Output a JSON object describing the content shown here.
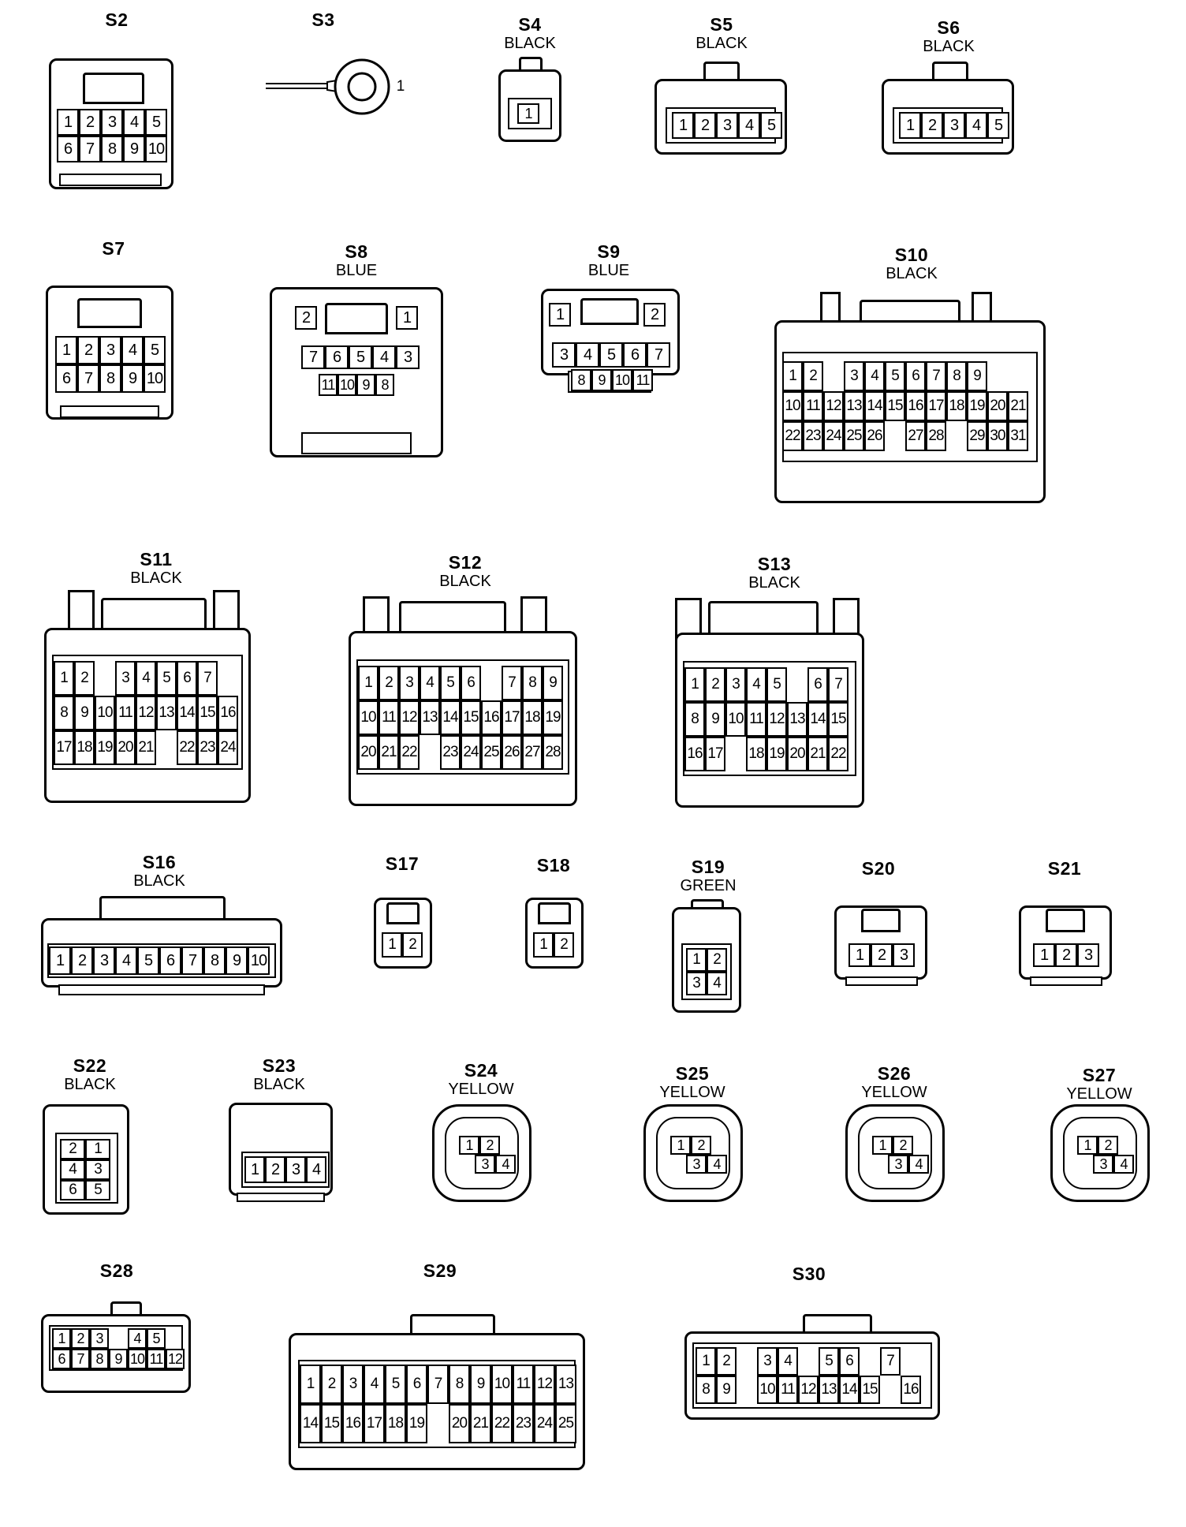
{
  "connectors": {
    "S2": {
      "id": "S2",
      "color": ""
    },
    "S3": {
      "id": "S3",
      "color": "",
      "terminal": "1"
    },
    "S4": {
      "id": "S4",
      "color": "BLACK"
    },
    "S5": {
      "id": "S5",
      "color": "BLACK"
    },
    "S6": {
      "id": "S6",
      "color": "BLACK"
    },
    "S7": {
      "id": "S7",
      "color": ""
    },
    "S8": {
      "id": "S8",
      "color": "BLUE"
    },
    "S9": {
      "id": "S9",
      "color": "BLUE"
    },
    "S10": {
      "id": "S10",
      "color": "BLACK"
    },
    "S11": {
      "id": "S11",
      "color": "BLACK"
    },
    "S12": {
      "id": "S12",
      "color": "BLACK"
    },
    "S13": {
      "id": "S13",
      "color": "BLACK"
    },
    "S16": {
      "id": "S16",
      "color": "BLACK"
    },
    "S17": {
      "id": "S17",
      "color": ""
    },
    "S18": {
      "id": "S18",
      "color": ""
    },
    "S19": {
      "id": "S19",
      "color": "GREEN"
    },
    "S20": {
      "id": "S20",
      "color": ""
    },
    "S21": {
      "id": "S21",
      "color": ""
    },
    "S22": {
      "id": "S22",
      "color": "BLACK"
    },
    "S23": {
      "id": "S23",
      "color": "BLACK"
    },
    "S24": {
      "id": "S24",
      "color": "YELLOW"
    },
    "S25": {
      "id": "S25",
      "color": "YELLOW"
    },
    "S26": {
      "id": "S26",
      "color": "YELLOW"
    },
    "S27": {
      "id": "S27",
      "color": "YELLOW"
    },
    "S28": {
      "id": "S28",
      "color": ""
    },
    "S29": {
      "id": "S29",
      "color": ""
    },
    "S30": {
      "id": "S30",
      "color": ""
    }
  },
  "pins": {
    "S2": [
      [
        "1",
        "2",
        "3",
        "4",
        "5"
      ],
      [
        "6",
        "7",
        "8",
        "9",
        "10"
      ]
    ],
    "S4": [
      [
        "1"
      ]
    ],
    "S5": [
      [
        "1",
        "2",
        "3",
        "4",
        "5"
      ]
    ],
    "S6": [
      [
        "1",
        "2",
        "3",
        "4",
        "5"
      ]
    ],
    "S7": [
      [
        "1",
        "2",
        "3",
        "4",
        "5"
      ],
      [
        "6",
        "7",
        "8",
        "9",
        "10"
      ]
    ],
    "S8": [
      [
        "2",
        "1"
      ],
      [
        "7",
        "6",
        "5",
        "4",
        "3"
      ],
      [
        "11",
        "10",
        "9",
        "8"
      ]
    ],
    "S9": [
      [
        "1",
        "2"
      ],
      [
        "3",
        "4",
        "5",
        "6",
        "7"
      ],
      [
        "8",
        "9",
        "10",
        "11"
      ]
    ],
    "S10": [
      [
        "1",
        "2",
        "",
        "3",
        "4",
        "5",
        "6",
        "7",
        "8",
        "9"
      ],
      [
        "10",
        "11",
        "12",
        "13",
        "14",
        "15",
        "16",
        "17",
        "18",
        "19",
        "20",
        "21"
      ],
      [
        "22",
        "23",
        "24",
        "25",
        "26",
        "",
        "27",
        "28",
        "",
        "29",
        "30",
        "31"
      ]
    ],
    "S11": [
      [
        "1",
        "2",
        "",
        "3",
        "4",
        "5",
        "6",
        "7"
      ],
      [
        "8",
        "9",
        "10",
        "11",
        "12",
        "13",
        "14",
        "15",
        "16"
      ],
      [
        "17",
        "18",
        "19",
        "20",
        "21",
        "",
        "22",
        "23",
        "24"
      ]
    ],
    "S12": [
      [
        "1",
        "2",
        "3",
        "4",
        "5",
        "6",
        "",
        "7",
        "8",
        "9"
      ],
      [
        "10",
        "11",
        "12",
        "13",
        "14",
        "15",
        "16",
        "17",
        "18",
        "19"
      ],
      [
        "20",
        "21",
        "22",
        "",
        "23",
        "24",
        "25",
        "26",
        "27",
        "28"
      ]
    ],
    "S13": [
      [
        "1",
        "2",
        "3",
        "4",
        "5",
        "",
        "6",
        "7"
      ],
      [
        "8",
        "9",
        "10",
        "11",
        "12",
        "13",
        "14",
        "15"
      ],
      [
        "16",
        "17",
        "",
        "18",
        "19",
        "20",
        "21",
        "22"
      ]
    ],
    "S16": [
      [
        "1",
        "2",
        "3",
        "4",
        "5",
        "6",
        "7",
        "8",
        "9",
        "10"
      ]
    ],
    "S17": [
      [
        "1",
        "2"
      ]
    ],
    "S18": [
      [
        "1",
        "2"
      ]
    ],
    "S19": [
      [
        "1",
        "2"
      ],
      [
        "3",
        "4"
      ]
    ],
    "S20": [
      [
        "1",
        "2",
        "3"
      ]
    ],
    "S21": [
      [
        "1",
        "2",
        "3"
      ]
    ],
    "S22": [
      [
        "2",
        "1"
      ],
      [
        "4",
        "3"
      ],
      [
        "6",
        "5"
      ]
    ],
    "S23": [
      [
        "1",
        "2",
        "3",
        "4"
      ]
    ],
    "S24": [
      [
        "1",
        "2"
      ],
      [
        "3",
        "4"
      ]
    ],
    "S25": [
      [
        "1",
        "2"
      ],
      [
        "3",
        "4"
      ]
    ],
    "S26": [
      [
        "1",
        "2"
      ],
      [
        "3",
        "4"
      ]
    ],
    "S27": [
      [
        "1",
        "2"
      ],
      [
        "3",
        "4"
      ]
    ],
    "S28": [
      [
        "1",
        "2",
        "3",
        "",
        "4",
        "5"
      ],
      [
        "6",
        "7",
        "8",
        "9",
        "10",
        "11",
        "12"
      ]
    ],
    "S29": [
      [
        "1",
        "2",
        "3",
        "4",
        "5",
        "6",
        "7",
        "8",
        "9",
        "10",
        "11",
        "12",
        "13"
      ],
      [
        "14",
        "15",
        "16",
        "17",
        "18",
        "19",
        "",
        "20",
        "21",
        "22",
        "23",
        "24",
        "25"
      ]
    ],
    "S30": [
      [
        "1",
        "2",
        "",
        "3",
        "4",
        "",
        "5",
        "6",
        "",
        "7"
      ],
      [
        "8",
        "9",
        "",
        "10",
        "11",
        "12",
        "13",
        "14",
        "15",
        "",
        "16"
      ]
    ]
  }
}
